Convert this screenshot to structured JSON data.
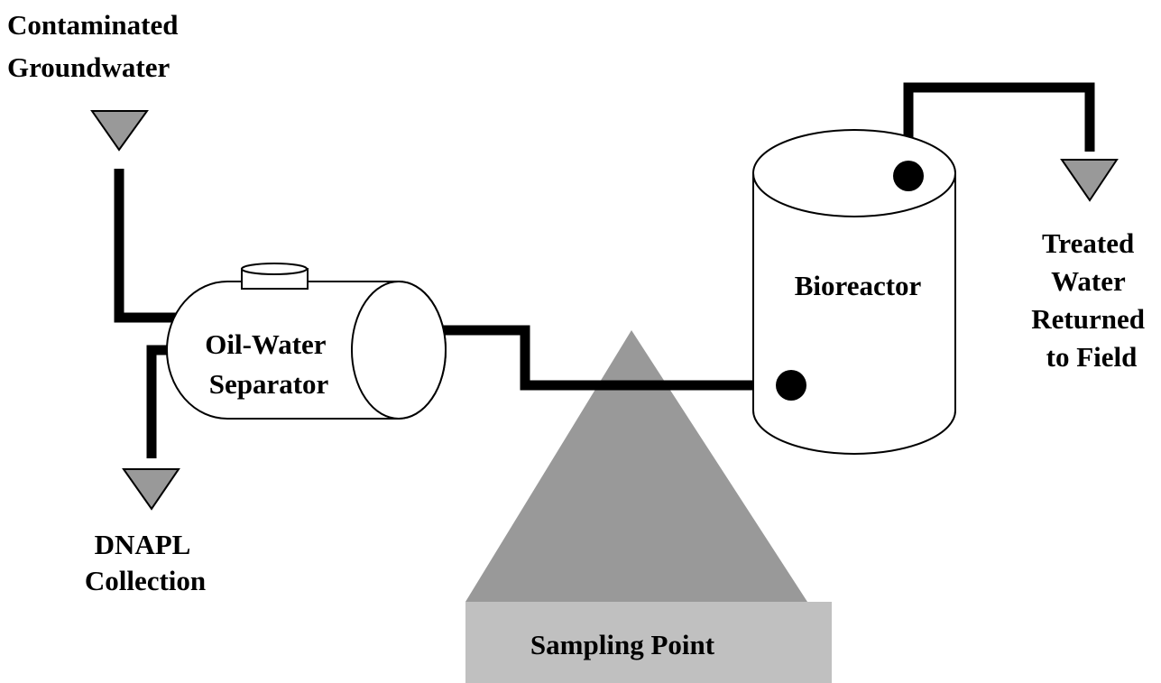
{
  "labels": {
    "source_line1": "Contaminated",
    "source_line2": "Groundwater",
    "separator_line1": "Oil-Water",
    "separator_line2": "Separator",
    "dnapl_line1": "DNAPL",
    "dnapl_line2": "Collection",
    "bioreactor": "Bioreactor",
    "treated_line1": "Treated",
    "treated_line2": "Water",
    "treated_line3": "Returned",
    "treated_line4": "to Field",
    "sampling": "Sampling Point"
  },
  "colors": {
    "pipe": "#000000",
    "marker_fill": "#999999",
    "sampling_cone": "#999999",
    "sampling_base": "#c0c0c0",
    "vessel_fill": "#ffffff"
  }
}
